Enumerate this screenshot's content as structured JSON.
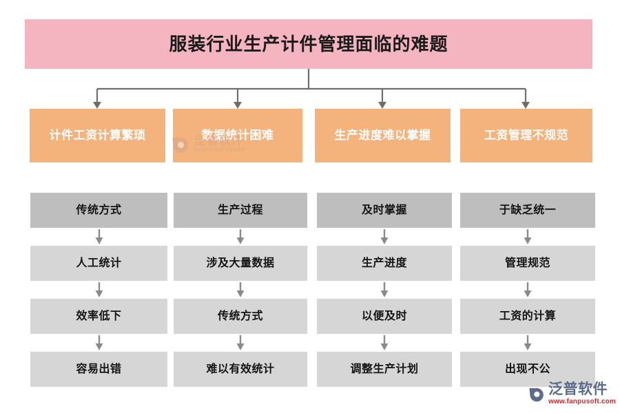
{
  "title": {
    "text": "服装行业生产计件管理面临的难题",
    "background": "#f4b4c0",
    "text_color": "#1a1a1a"
  },
  "categories": [
    {
      "label": "计件工资计算繁琐"
    },
    {
      "label": "数据统计困难"
    },
    {
      "label": "生产进度难以掌握"
    },
    {
      "label": "工资管理不规范"
    }
  ],
  "category_style": {
    "background": "#f4b27c",
    "text_color": "#ffffff"
  },
  "columns": [
    {
      "steps": [
        {
          "label": "传统方式"
        },
        {
          "label": "人工统计"
        },
        {
          "label": "效率低下"
        },
        {
          "label": "容易出错"
        }
      ]
    },
    {
      "steps": [
        {
          "label": "生产过程"
        },
        {
          "label": "涉及大量数据"
        },
        {
          "label": "传统方式"
        },
        {
          "label": "难以有效统计"
        }
      ]
    },
    {
      "steps": [
        {
          "label": "及时掌握"
        },
        {
          "label": "生产进度"
        },
        {
          "label": "以便及时"
        },
        {
          "label": "调整生产计划"
        }
      ]
    },
    {
      "steps": [
        {
          "label": "于缺乏统一"
        },
        {
          "label": "管理规范"
        },
        {
          "label": "工资的计算"
        },
        {
          "label": "出现不公"
        }
      ]
    }
  ],
  "step_style": {
    "head_background": "#bebebe",
    "background": "#d6d6d6",
    "text_color": "#141414"
  },
  "connector": {
    "color": "#6e6e6e"
  },
  "watermark": {
    "cn": "泛普软件",
    "en": "FANPU SOFTWARE",
    "color": "#c9a289"
  },
  "logo": {
    "cn": "泛普软件",
    "url": "www.fanpusoft.com",
    "cn_color": "#5d6b8a",
    "url_color": "#d0272b"
  }
}
